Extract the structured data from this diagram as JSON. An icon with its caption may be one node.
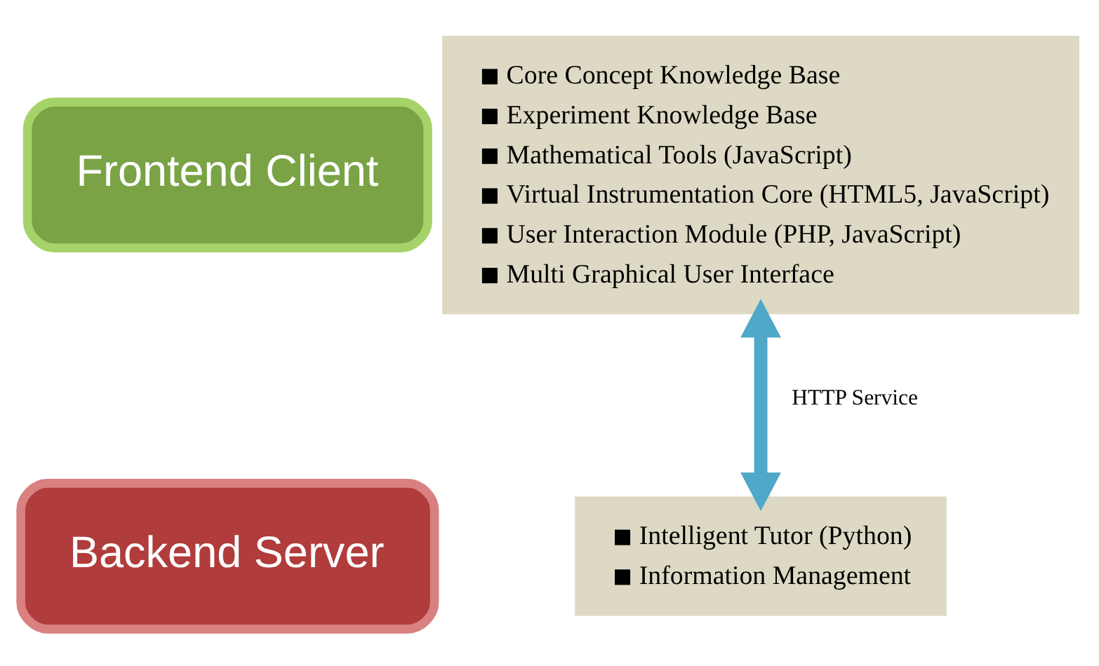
{
  "diagram": {
    "nodes": [
      {
        "text": [
          "Frontend Client"
        ]
      },
      {
        "text": [
          "Core Concept Knowledge Base",
          "Experiment Knowledge Base",
          "Mathematical Tools (JavaScript)",
          "Virtual Instrumentation Core (HTML5, JavaScript)",
          "User Interaction Module (PHP, JavaScript)",
          "Multi Graphical User Interface"
        ]
      },
      {
        "text": [
          "Backend Server"
        ]
      },
      {
        "text": [
          "Intelligent Tutor (Python)",
          "Information Management"
        ]
      }
    ],
    "edges": [
      {
        "from": 1,
        "to": 3,
        "arrow": "both",
        "label": "HTTP Service"
      }
    ]
  }
}
